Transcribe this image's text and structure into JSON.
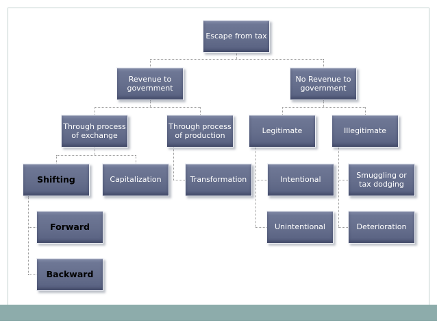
{
  "slide": {
    "background_color": "#ffffff",
    "frame_border_color": "#c2d1cf",
    "footer_bar_color": "#8dacab"
  },
  "diagram": {
    "type": "org-chart-tree",
    "node_fill_color": "#656e8c",
    "node_border_color": "#eef0f5",
    "node_text_color": "#ffffff",
    "emphasis_text_color": "#000000",
    "connector_style": "dotted",
    "connector_color": "#999999",
    "nodes": {
      "escape": {
        "label": "Escape from tax"
      },
      "revenue": {
        "label": "Revenue to government"
      },
      "no_revenue": {
        "label": "No Revenue to government"
      },
      "exchange": {
        "label": "Through process of exchange"
      },
      "production": {
        "label": "Through process of production"
      },
      "legitimate": {
        "label": "Legitimate"
      },
      "illegitimate": {
        "label": "Illegitimate"
      },
      "shifting": {
        "label": "Shifting"
      },
      "capitalization": {
        "label": "Capitalization"
      },
      "transformation": {
        "label": "Transformation"
      },
      "intentional": {
        "label": "Intentional"
      },
      "smuggling": {
        "label": "Smuggling or tax dodging"
      },
      "forward": {
        "label": "Forward"
      },
      "unintentional": {
        "label": "Unintentional"
      },
      "deterioration": {
        "label": "Deterioration"
      },
      "backward": {
        "label": "Backward"
      }
    },
    "edges": [
      [
        "Escape from tax",
        "Revenue to government"
      ],
      [
        "Escape from tax",
        "No Revenue to government"
      ],
      [
        "Revenue to government",
        "Through process of exchange"
      ],
      [
        "Revenue to government",
        "Through process of production"
      ],
      [
        "No Revenue to government",
        "Legitimate"
      ],
      [
        "No Revenue to government",
        "Illegitimate"
      ],
      [
        "Through process of exchange",
        "Shifting"
      ],
      [
        "Through process of exchange",
        "Capitalization"
      ],
      [
        "Through process of production",
        "Transformation"
      ],
      [
        "Legitimate",
        "Intentional"
      ],
      [
        "Legitimate",
        "Unintentional"
      ],
      [
        "Illegitimate",
        "Smuggling or tax dodging"
      ],
      [
        "Illegitimate",
        "Deterioration"
      ],
      [
        "Shifting",
        "Forward"
      ],
      [
        "Shifting",
        "Backward"
      ]
    ]
  }
}
